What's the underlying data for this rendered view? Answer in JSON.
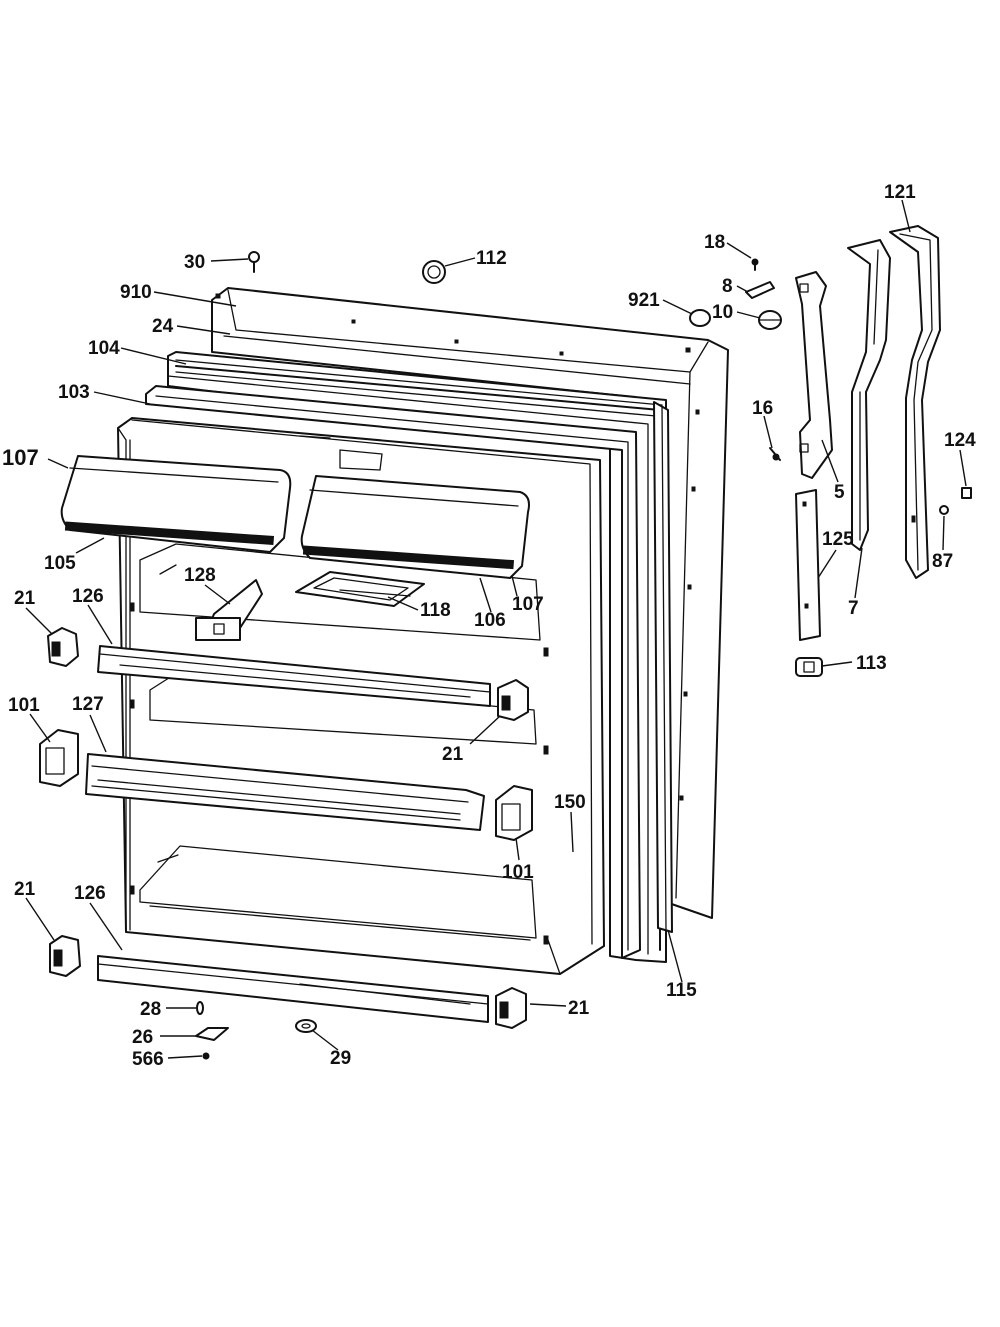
{
  "diagram": {
    "labels": [
      "30",
      "112",
      "910",
      "24",
      "104",
      "103",
      "107",
      "105",
      "128",
      "106",
      "107",
      "118",
      "21",
      "126",
      "101",
      "127",
      "21",
      "150",
      "101",
      "21",
      "126",
      "28",
      "26",
      "566",
      "29",
      "21",
      "115",
      "18",
      "8",
      "921",
      "10",
      "121",
      "16",
      "5",
      "124",
      "125",
      "87",
      "7",
      "113"
    ]
  }
}
